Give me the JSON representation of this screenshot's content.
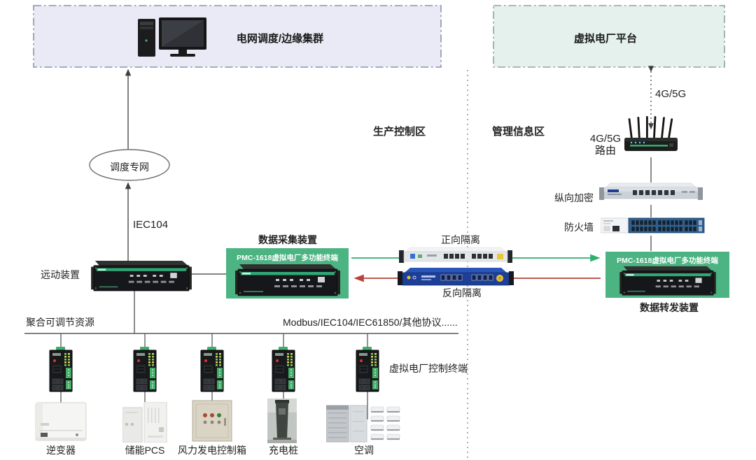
{
  "zones": {
    "grid_dispatch": "电网调度/边缘集群",
    "vpp_platform": "虚拟电厂平台",
    "production_zone": "生产控制区",
    "management_zone": "管理信息区"
  },
  "dispatch": {
    "network": "调度专网",
    "protocol": "IEC104",
    "rtu": "远动装置"
  },
  "acquisition": {
    "title": "数据采集装置",
    "terminal": "PMC-1618虚拟电厂多功能终端",
    "forward_isolation": "正向隔离",
    "reverse_isolation": "反向隔离"
  },
  "forwarding": {
    "title": "数据转发装置",
    "terminal": "PMC-1618虚拟电厂多功能终端",
    "wireless_link": "4G/5G",
    "router_line1": "4G/5G",
    "router_line2": "路由",
    "encryption": "纵向加密",
    "firewall": "防火墙"
  },
  "resources": {
    "aggregate_label": "聚合可调节资源",
    "protocols_label": "Modbus/IEC104/IEC61850/其他协议......",
    "terminal_label": "虚拟电厂控制终端",
    "devices": [
      "逆变器",
      "储能PCS",
      "风力发电控制箱",
      "充电桩",
      "空调"
    ]
  },
  "colors": {
    "green-accent": "#4cb382",
    "green-arrow": "#2fae6e",
    "red-arrow": "#b5453c",
    "zone-left-bg": "#e9eaf6",
    "zone-right-bg": "#e4f1ec",
    "line": "#5a5a5a"
  }
}
